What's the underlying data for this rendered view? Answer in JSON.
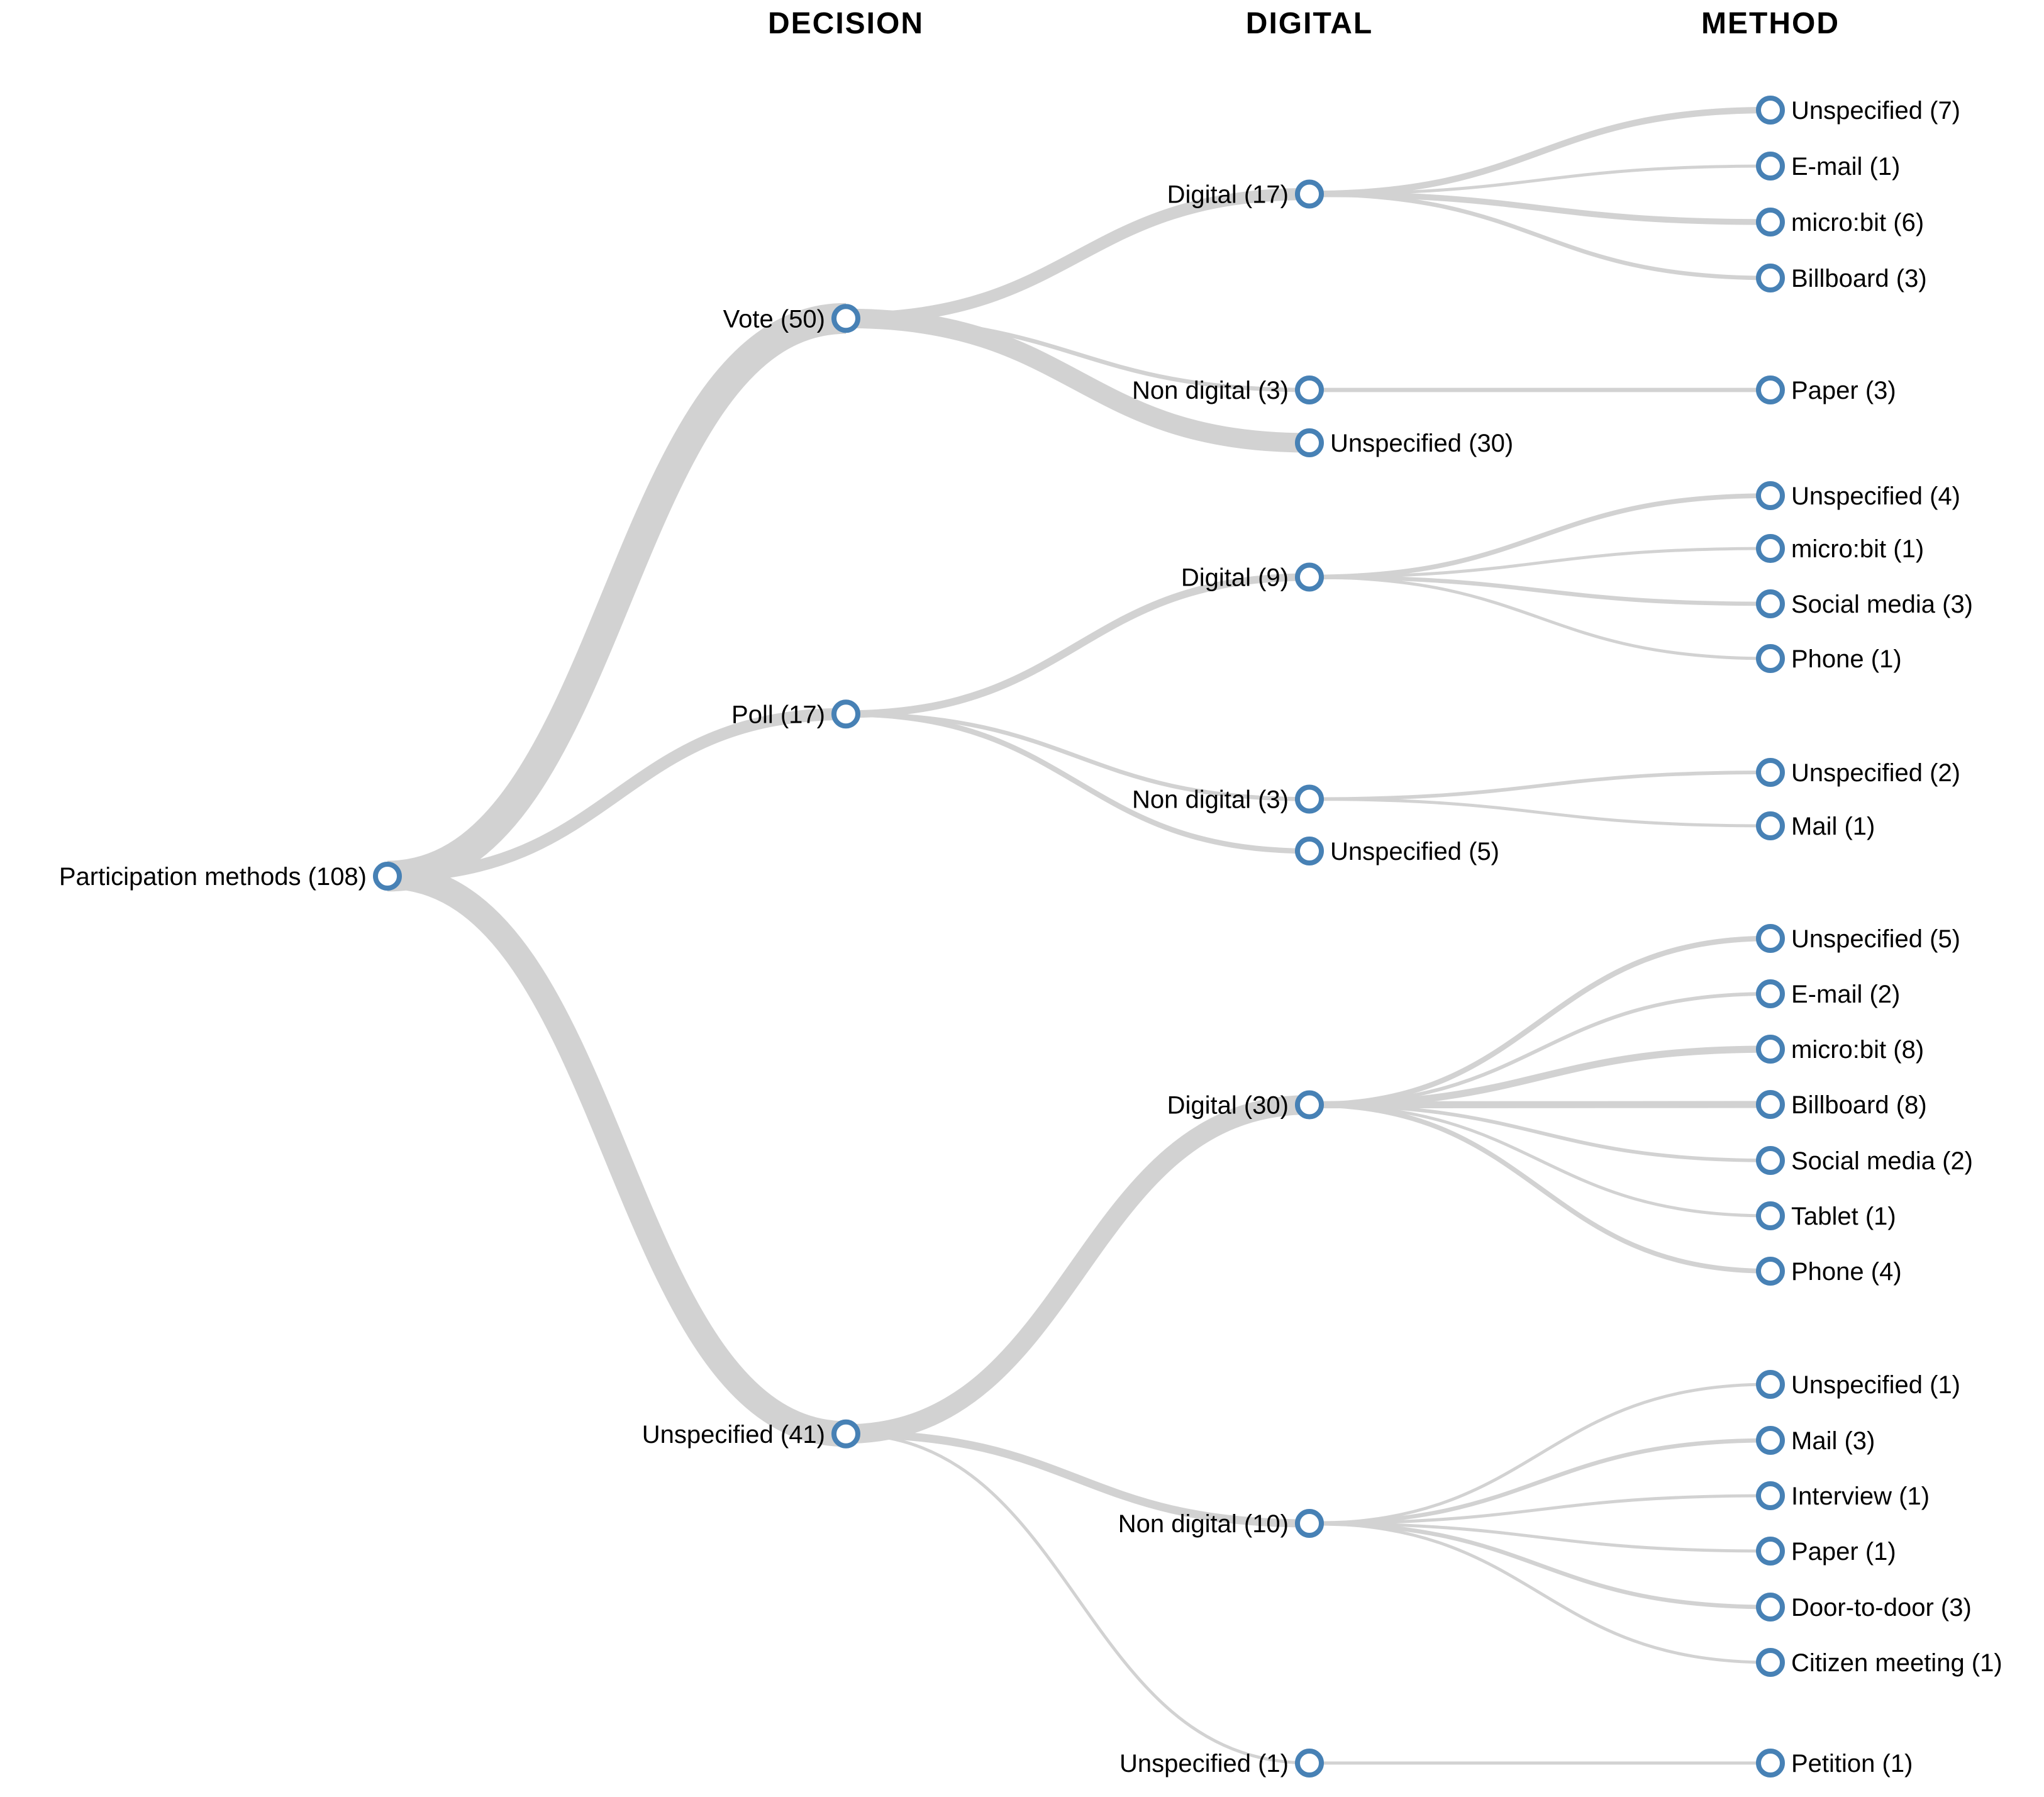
{
  "chart_data": {
    "type": "tree",
    "orientation": "horizontal",
    "link_color": "#d2d2d2",
    "node_stroke_color": "#4781b5",
    "node_fill_color": "#ffffff",
    "label_color": "#000000",
    "column_headers": [
      "DECISION",
      "DIGITAL",
      "METHOD"
    ],
    "root": {
      "name": "Participation methods",
      "value": 108,
      "children": [
        {
          "name": "Vote",
          "value": 50,
          "children": [
            {
              "name": "Digital",
              "value": 17,
              "children": [
                {
                  "name": "Unspecified",
                  "value": 7
                },
                {
                  "name": "E-mail",
                  "value": 1
                },
                {
                  "name": "micro:bit",
                  "value": 6
                },
                {
                  "name": "Billboard",
                  "value": 3
                }
              ]
            },
            {
              "name": "Non digital",
              "value": 3,
              "children": [
                {
                  "name": "Paper",
                  "value": 3
                }
              ]
            },
            {
              "name": "Unspecified",
              "value": 30
            }
          ]
        },
        {
          "name": "Poll",
          "value": 17,
          "children": [
            {
              "name": "Digital",
              "value": 9,
              "children": [
                {
                  "name": "Unspecified",
                  "value": 4
                },
                {
                  "name": "micro:bit",
                  "value": 1
                },
                {
                  "name": "Social media",
                  "value": 3
                },
                {
                  "name": "Phone",
                  "value": 1
                }
              ]
            },
            {
              "name": "Non digital",
              "value": 3,
              "children": [
                {
                  "name": "Unspecified",
                  "value": 2
                },
                {
                  "name": "Mail",
                  "value": 1
                }
              ]
            },
            {
              "name": "Unspecified",
              "value": 5
            }
          ]
        },
        {
          "name": "Unspecified",
          "value": 41,
          "children": [
            {
              "name": "Digital",
              "value": 30,
              "children": [
                {
                  "name": "Unspecified",
                  "value": 5
                },
                {
                  "name": "E-mail",
                  "value": 2
                },
                {
                  "name": "micro:bit",
                  "value": 8
                },
                {
                  "name": "Billboard",
                  "value": 8
                },
                {
                  "name": "Social media",
                  "value": 2
                },
                {
                  "name": "Tablet",
                  "value": 1
                },
                {
                  "name": "Phone",
                  "value": 4
                }
              ]
            },
            {
              "name": "Non digital",
              "value": 10,
              "children": [
                {
                  "name": "Unspecified",
                  "value": 1
                },
                {
                  "name": "Mail",
                  "value": 3
                },
                {
                  "name": "Interview",
                  "value": 1
                },
                {
                  "name": "Paper",
                  "value": 1
                },
                {
                  "name": "Door-to-door",
                  "value": 3
                },
                {
                  "name": "Citizen meeting",
                  "value": 1
                }
              ]
            },
            {
              "name": "Unspecified",
              "value": 1,
              "children": [
                {
                  "name": "Petition",
                  "value": 1
                }
              ]
            }
          ]
        }
      ]
    }
  }
}
